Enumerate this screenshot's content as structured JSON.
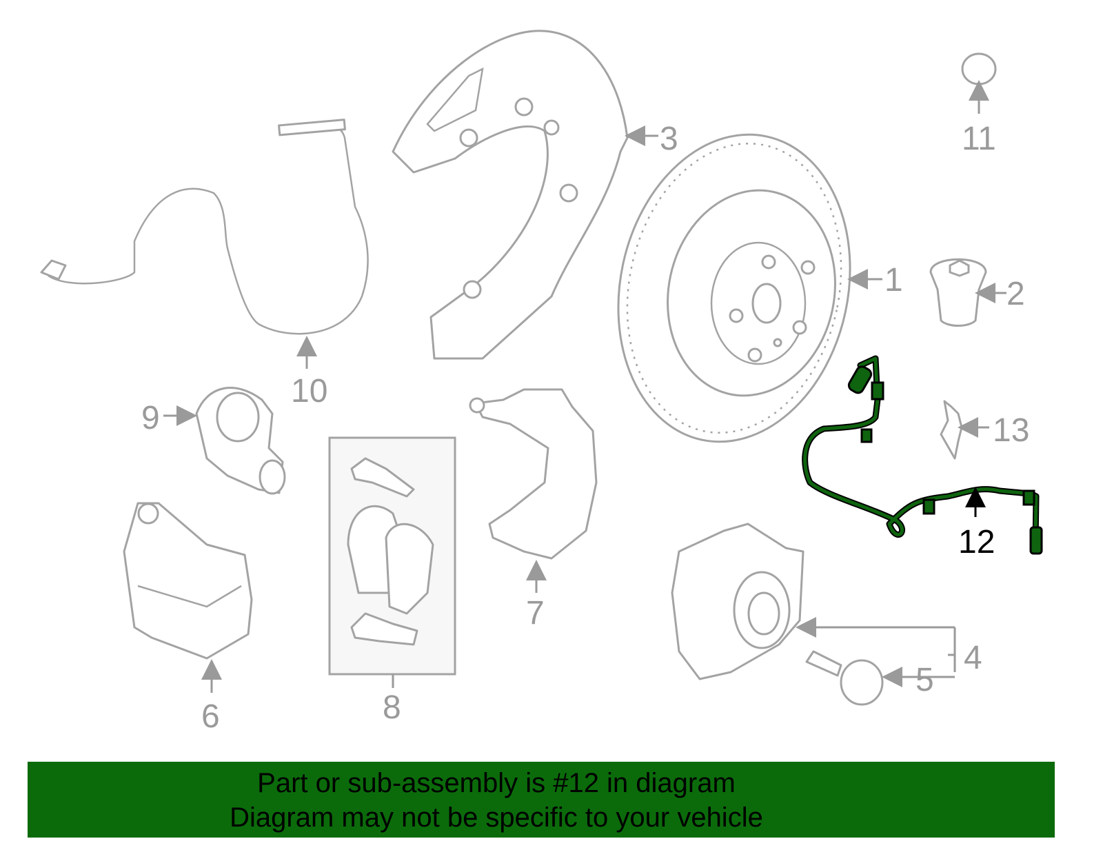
{
  "diagram": {
    "highlighted_part": "12",
    "highlight_color": "#0f640f",
    "callouts": [
      "1",
      "2",
      "3",
      "4",
      "5",
      "6",
      "7",
      "8",
      "9",
      "10",
      "11",
      "12",
      "13"
    ]
  },
  "banner": {
    "line1": "Part or sub-assembly is #12 in diagram",
    "line2": "Diagram may not be specific to your vehicle",
    "color": "#0b6b0b"
  }
}
